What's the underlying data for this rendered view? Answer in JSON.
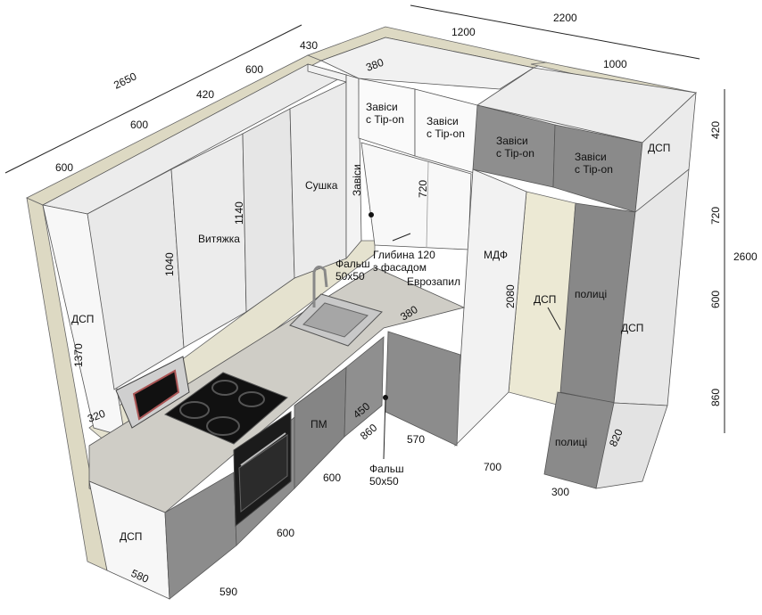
{
  "dimensions": {
    "top_2650": "2650",
    "top_600_a": "600",
    "top_600_b": "600",
    "top_420": "420",
    "top_600_c": "600",
    "top_430": "430",
    "top_2200": "2200",
    "top_1200": "1200",
    "top_1000": "1000",
    "top_380": "380",
    "right_420": "420",
    "right_720": "720",
    "right_600": "600",
    "right_860": "860",
    "right_2600": "2600",
    "h_1040": "1040",
    "h_1140": "1140",
    "h_720": "720",
    "h_2080": "2080",
    "h_1370": "1370",
    "d_320": "320",
    "d_380": "380",
    "d_450": "450",
    "d_860": "860",
    "d_570": "570",
    "d_700": "700",
    "d_600_a": "600",
    "d_600_b": "600",
    "d_580": "580",
    "d_590": "590",
    "d_300": "300",
    "d_820": "820"
  },
  "labels": {
    "dsp_left": "ДСП",
    "dsp_bottom": "ДСП",
    "dsp_tall_top": "ДСП",
    "dsp_tall_side": "ДСП",
    "dsp_inner": "ДСП",
    "hood": "Витяжка",
    "dryer": "Сушка",
    "hinges_vertical": "Завіси",
    "hinges_tipon_1": "Завіси\nс Tip-on",
    "hinges_tipon_2": "Завіси\nс Tip-on",
    "hinges_tipon_3": "Завіси\nс Tip-on",
    "hinges_tipon_4": "Завіси\nс Tip-on",
    "mdf": "МДФ",
    "depth_note": "Глибина 120\nз фасадом",
    "eurozapyl": "Еврозапил",
    "falsh_top": "Фальш\n50х50",
    "falsh_bottom": "Фальш\n50х50",
    "dishwasher": "ПМ",
    "shelves_1": "полиці",
    "shelves_2": "полиці"
  },
  "colors": {
    "wall": "#ddd9c3",
    "wall_dark": "#cfcbb3",
    "cabinet_white": "#f4f4f4",
    "cabinet_light": "#e8e8e8",
    "cabinet_grey": "#8c8c8c",
    "cabinet_grey_dark": "#777777",
    "countertop": "#cfcdc6",
    "appliance_black": "#1b1b1b",
    "steel": "#c8c8c8",
    "line": "#222222"
  },
  "icons": [
    "sink-icon",
    "faucet-icon",
    "hob-icon",
    "oven-icon",
    "microwave-icon"
  ]
}
